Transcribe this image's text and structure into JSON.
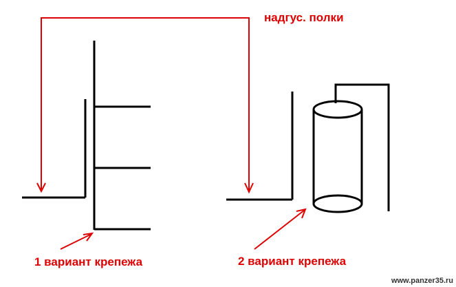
{
  "labels": {
    "shelves": "надгус. полки",
    "variant_1": "1 вариант крепежа",
    "variant_2": "2 вариант крепежа"
  },
  "watermark": "www.panzer35.ru",
  "colors": {
    "annotation": "#dd0000",
    "structure": "#000000",
    "watermark": "#333333",
    "background": "#ffffff"
  }
}
